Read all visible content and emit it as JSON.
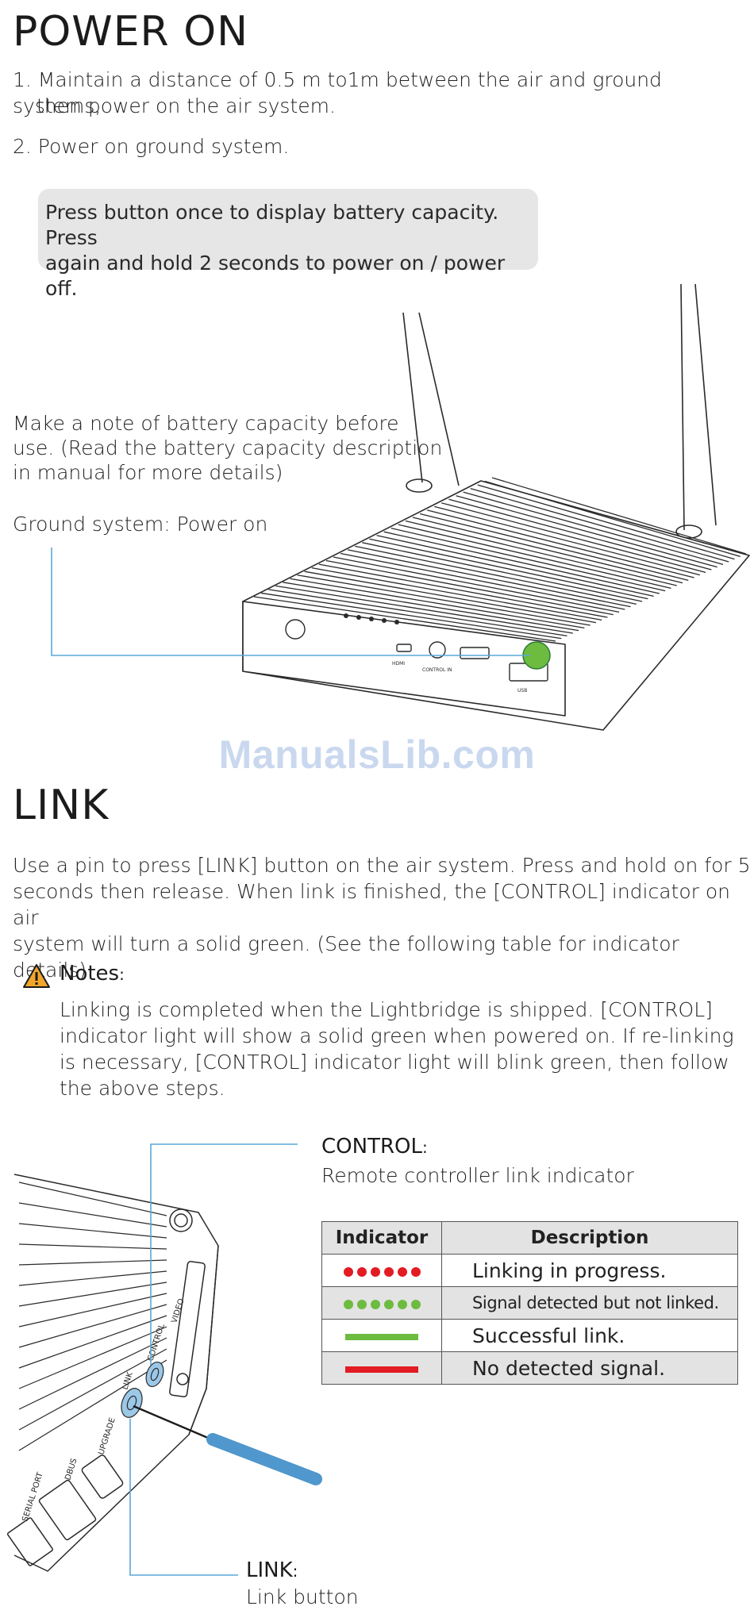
{
  "power_on": {
    "heading": "POWER ON",
    "step1_line1": "1. Maintain a distance of 0.5 m to1m between the air and ground systems,",
    "step1_line2": "then power on the air system.",
    "step2": "2. Power on ground system.",
    "callout_line1": "Press button once to display battery capacity. Press",
    "callout_line2": "again and hold 2 seconds to power on / power off.",
    "note_line1": "Make a note of battery capacity before",
    "note_line2": "use. (Read the battery capacity description",
    "note_line3": "in manual for more details)",
    "ground_label": "Ground system: Power on",
    "device_port_labels": [
      "HDMI",
      "CONTROL IN",
      "USB"
    ]
  },
  "watermark": "ManualsLib.com",
  "link": {
    "heading": "LINK",
    "para_line1": "Use a pin to press [LINK] button on the air system. Press and hold on for 5",
    "para_line2": "seconds then release. When link is finished, the [CONTROL] indicator on air",
    "para_line3": "system will turn a solid green. (See the following table for indicator details)",
    "notes_title": "Notes",
    "notes_colon": ":",
    "notes_line1": "Linking is completed when the Lightbridge is shipped. [CONTROL]",
    "notes_line2": "indicator light will show a solid green when powered on. If re-linking",
    "notes_line3": "is necessary, [CONTROL] indicator light will blink green, then follow",
    "notes_line4": "the above steps.",
    "control_label": "CONTROL",
    "control_colon": ":",
    "control_desc": "Remote controller link indicator",
    "link_label": "LINK",
    "link_colon": ":",
    "link_desc": "Link button",
    "air_port_labels": [
      "SERIAL PORT",
      "DBUS",
      "UPGRADE",
      "LINK",
      "CONTROL",
      "VIDEO"
    ]
  },
  "indicator_table": {
    "header_indicator": "Indicator",
    "header_description": "Description",
    "rows": [
      {
        "pattern": "blinking-dots",
        "color": "#e31b23",
        "description": "Linking in progress."
      },
      {
        "pattern": "blinking-dots",
        "color": "#6dbb3f",
        "description": "Signal detected but not linked."
      },
      {
        "pattern": "solid-bar",
        "color": "#6dbb3f",
        "description": "Successful link."
      },
      {
        "pattern": "solid-bar",
        "color": "#e31b23",
        "description": "No detected signal."
      }
    ]
  },
  "colors": {
    "leader_line": "#5aa8d8",
    "highlight_button": "#6dbb3f",
    "pin_tool": "#4f97cc",
    "callout_bg": "#e6e6e6",
    "warning_icon": "#f2a52b"
  }
}
